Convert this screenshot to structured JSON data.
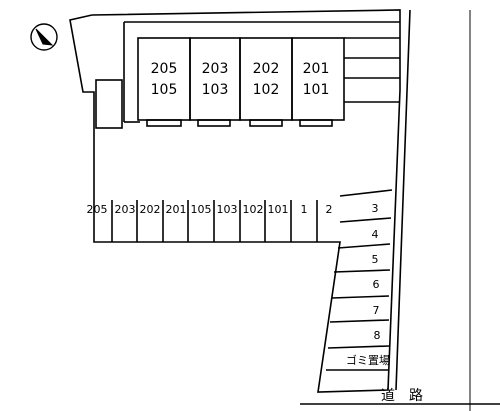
{
  "map": {
    "compass_icon": "north-arrow-icon",
    "buildings": [
      {
        "upper": "205",
        "lower": "105"
      },
      {
        "upper": "203",
        "lower": "103"
      },
      {
        "upper": "202",
        "lower": "102"
      },
      {
        "upper": "201",
        "lower": "101"
      }
    ],
    "parking_row": [
      "205",
      "203",
      "202",
      "201",
      "105",
      "103",
      "102",
      "101",
      "1",
      "2"
    ],
    "parking_side": [
      "3",
      "4",
      "5",
      "6",
      "7",
      "8"
    ],
    "garbage_area": "ゴミ置場",
    "road": "道　路"
  }
}
